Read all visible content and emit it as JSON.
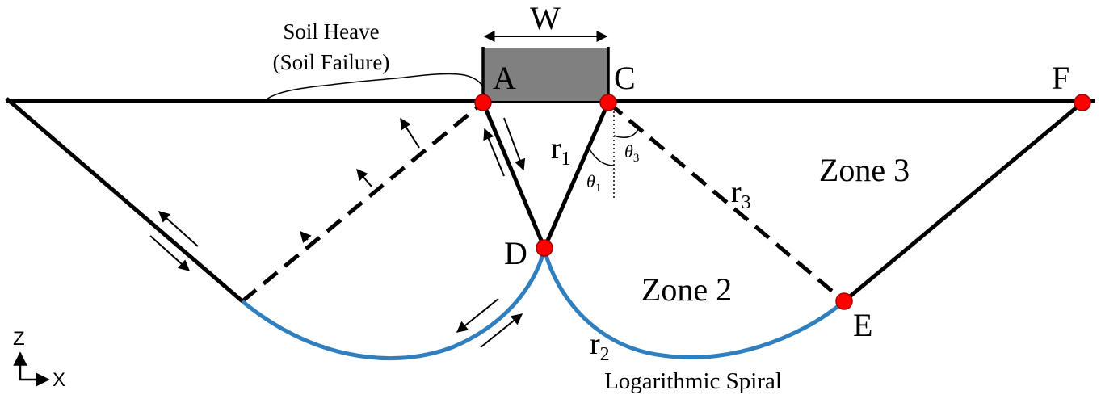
{
  "labels": {
    "width": "W",
    "soil_heave_line1": "Soil Heave",
    "soil_heave_line2": "(Soil Failure)",
    "point_a": "A",
    "point_c": "C",
    "point_f": "F",
    "point_d": "D",
    "point_e": "E",
    "r1_base": "r",
    "r1_sub": "1",
    "r2_base": "r",
    "r2_sub": "2",
    "r3_base": "r",
    "r3_sub": "3",
    "theta1_base": "θ",
    "theta1_sub": "1",
    "theta3_base": "θ",
    "theta3_sub": "3",
    "zone2": "Zone 2",
    "zone3": "Zone 3",
    "spiral": "Logarithmic Spiral",
    "axis_z": "Z",
    "axis_x": "X"
  },
  "colors": {
    "line": "#000000",
    "spiral": "#2f7fbf",
    "footing": "#808080",
    "node_fill": "#ff0000",
    "node_stroke": "#a00000"
  }
}
